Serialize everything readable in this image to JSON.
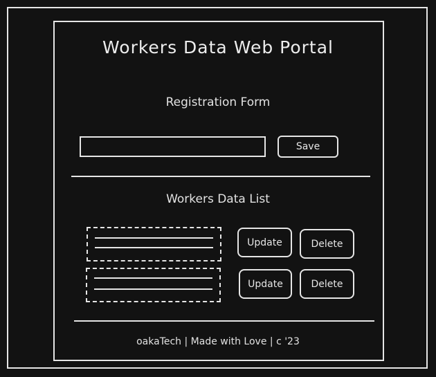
{
  "header": {
    "title": "Workers Data Web Portal"
  },
  "registration": {
    "title": "Registration Form",
    "input_value": "",
    "input_placeholder": "",
    "save_label": "Save"
  },
  "list": {
    "title": "Workers Data List",
    "rows": [
      {
        "update_label": "Update",
        "delete_label": "Delete"
      },
      {
        "update_label": "Update",
        "delete_label": "Delete"
      }
    ]
  },
  "footer": {
    "text": "oakaTech | Made with Love | c '23"
  }
}
